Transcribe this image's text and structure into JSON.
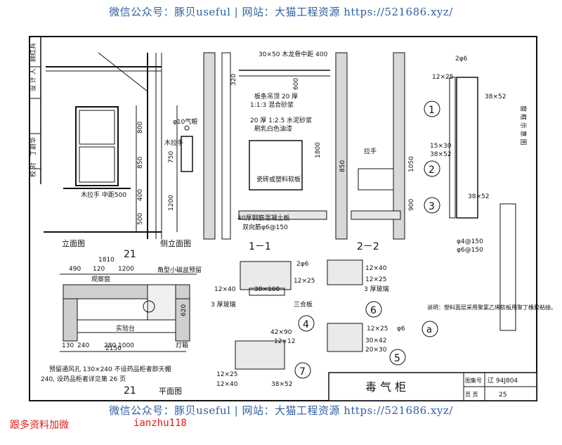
{
  "watermark": {
    "text": "微信公众号：豚贝useful | 网站：大猫工程资源 https://521686.xyz/"
  },
  "promo": {
    "left": "跟多资料加微",
    "right": "ianzhu118"
  },
  "sidebar": {
    "labels": [
      "校 对",
      "丁蔚华",
      "设 计 人",
      "顾红兵"
    ]
  },
  "views": {
    "front": "立面图",
    "side": "侧立面图",
    "plan": "平面图",
    "section_1": "1－1",
    "section_2": "2－2",
    "view_21_top": "21",
    "view_21_bottom": "21"
  },
  "annotations": {
    "vent_hole": "φ10气眼",
    "wood_handle": "木拉手",
    "wood_handle_spacing": "木拉手\n中距500",
    "keel": "30×50 木龙骨中距 400",
    "hanging_board": "板条吊顶 20 厚",
    "mortar_113": "1:1:3 混合砂浆",
    "mortar_125": "20 厚 1:2.5 水泥砂浆",
    "white_paint": "刷乳白色油漆",
    "tile_pvc": "瓷砖或塑料软板",
    "slab": "40厚钢筋混凝土板",
    "rebar": "双向筋φ6@150",
    "handle": "拉手",
    "corner_basin": "角型小磁盆预留",
    "observation_window": "观察窗",
    "lab_table": "实验台",
    "lamp_slot": "灯箱",
    "vent_reserved": "预留通风孔 130×240 不设药品柜者即天棚",
    "cabinet_note": "240, 设药品柜者详见第 26 页",
    "glass_3": "3 厚玻璃",
    "glass_3b": "3 厚玻璃",
    "triple_board": "三合板",
    "rebar_phi6": "2φ6",
    "rebar_phi6_b": "2φ6",
    "rebar_phi6_c": "φ6",
    "phi4": "φ4@150",
    "phi6": "φ6@150",
    "sketch_label": "窗 框 示 意 图",
    "note": "说明：塑料面层采用聚氯乙烯软板用聚丁橡胶粘接。"
  },
  "dimensions": {
    "d800": "800",
    "d850": "850",
    "d400": "400",
    "d1200": "1200",
    "d500": "500",
    "d750": "750",
    "d1800": "1800",
    "d900": "900",
    "d1050": "1050",
    "d320": "320",
    "d600": "600",
    "plan_total": "1810",
    "plan_490": "490",
    "plan_120": "120",
    "plan_1200": "1200",
    "plan_2150": "2150",
    "plan_1000": "1000",
    "plan_240": "240",
    "plan_130": "130",
    "plan_280": "280",
    "plan_620": "620",
    "s12x40": "12×40",
    "s30x160": "30×160",
    "s12x25": "12×25",
    "s38x52": "38×52",
    "s15x30": "15×30",
    "s42x90": "42×90",
    "s30x42": "30×42",
    "s20x30": "20×30",
    "s12x12": "12×12"
  },
  "markers": [
    "1",
    "2",
    "3",
    "4",
    "5",
    "6",
    "7",
    "a"
  ],
  "title_block": {
    "title": "毒 气 柜",
    "atlas_label": "图集号",
    "atlas_no": "辽 94J804",
    "page_label": "页 页",
    "page_no": "25"
  },
  "colors": {
    "watermark": "#2f5fa0",
    "promo": "#e01a1a",
    "ink": "#111111"
  }
}
